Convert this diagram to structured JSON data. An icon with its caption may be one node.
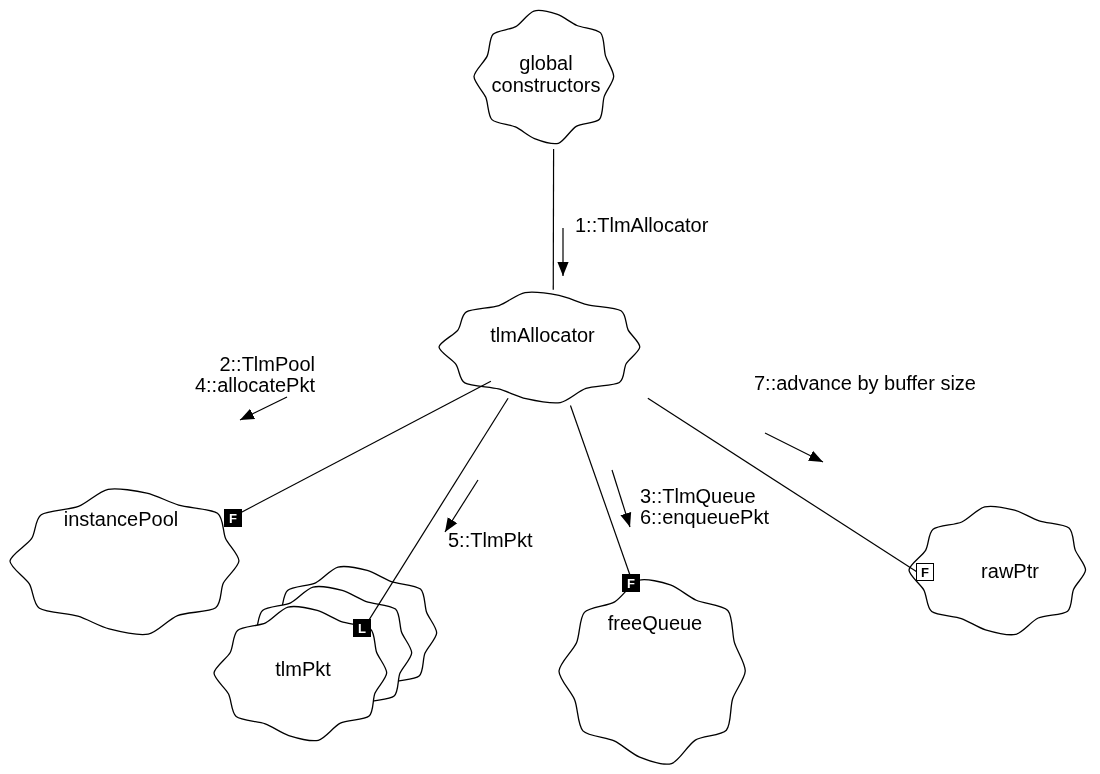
{
  "diagram": {
    "nodes": [
      {
        "text": [
          "global constructors"
        ]
      },
      {
        "text": [
          "tlmAllocator"
        ]
      },
      {
        "text": [
          "instancePool"
        ]
      },
      {
        "text": [
          "tlmPkt"
        ]
      },
      {
        "text": [
          "freeQueue"
        ]
      },
      {
        "text": [
          "rawPtr"
        ]
      }
    ],
    "edges": [
      {
        "from": 0,
        "to": 1,
        "arrow": "none",
        "label": "1::TlmAllocator"
      },
      {
        "from": 1,
        "to": 2,
        "arrow": "none",
        "label": "2::TlmPool 4::allocatePkt"
      },
      {
        "from": 1,
        "to": 3,
        "arrow": "none",
        "label": "5::TlmPkt"
      },
      {
        "from": 1,
        "to": 4,
        "arrow": "none",
        "label": "3::TlmQueue 6::enqueuePkt"
      },
      {
        "from": 1,
        "to": 5,
        "arrow": "none",
        "label": "7::advance by buffer size"
      }
    ],
    "labels": [
      "F",
      "L",
      "F",
      "F"
    ]
  }
}
